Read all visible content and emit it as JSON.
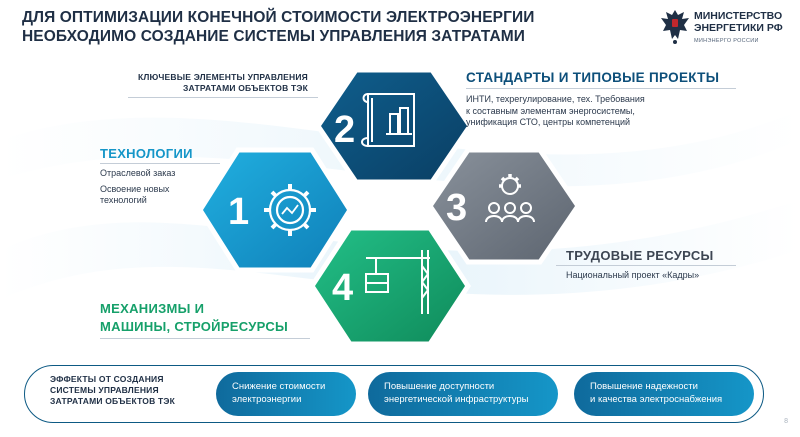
{
  "header": {
    "title": "ДЛЯ ОПТИМИЗАЦИИ КОНЕЧНОЙ СТОИМОСТИ ЭЛЕКТРОЭНЕРГИИ НЕОБХОДИМО СОЗДАНИЕ СИСТЕМЫ УПРАВЛЕНИЯ ЗАТРАТАМИ",
    "logo_line1": "МИНИСТЕРСТВО",
    "logo_line2": "ЭНЕРГЕТИКИ РФ",
    "logo_sub": "МИНЭНЕРГО РОССИИ"
  },
  "center_caption": {
    "line1": "КЛЮЧЕВЫЕ ЭЛЕМЕНТЫ УПРАВЛЕНИЯ",
    "line2": "ЗАТРАТАМИ ОБЪЕКТОВ ТЭК"
  },
  "elements": [
    {
      "number": "1",
      "icon": "gear-chart-icon",
      "title": "ТЕХНОЛОГИИ",
      "lines": [
        "Отраслевой заказ",
        "Освоение новых",
        "технологий"
      ],
      "color": "#1596c8"
    },
    {
      "number": "2",
      "icon": "blueprint-icon",
      "title": "СТАНДАРТЫ И ТИПОВЫЕ ПРОЕКТЫ",
      "lines": [
        "ИНТИ, техрегулирование, тех. Требования",
        "к составным элементам энергосистемы,",
        "унификация СТО, центры компетенций"
      ],
      "color": "#0d4f7a"
    },
    {
      "number": "3",
      "icon": "people-gear-icon",
      "title": "ТРУДОВЫЕ РЕСУРСЫ",
      "lines": [
        "Национальный проект «Кадры»"
      ],
      "color": "#6b7480"
    },
    {
      "number": "4",
      "icon": "crane-icon",
      "title_line1": "МЕХАНИЗМЫ И",
      "title_line2": "МАШИНЫ, СТРОЙРЕСУРСЫ",
      "lines": [],
      "color": "#16a06a"
    }
  ],
  "effects": {
    "title_line1": "ЭФФЕКТЫ ОТ СОЗДАНИЯ",
    "title_line2": "СИСТЕМЫ УПРАВЛЕНИЯ",
    "title_line3": "ЗАТРАТАМИ ОБЪЕКТОВ ТЭК",
    "items": [
      {
        "line1": "Снижение стоимости",
        "line2": "электроэнергии"
      },
      {
        "line1": "Повышение доступности",
        "line2": "энергетической инфраструктуры"
      },
      {
        "line1": "Повышение надежности",
        "line2": "и качества электроснабжения"
      }
    ]
  },
  "page_number": "8",
  "colors": {
    "dark_text": "#1f2f45",
    "blue": "#1596c8",
    "navy": "#0d4f7a",
    "grey": "#6b7480",
    "green": "#16a06a"
  }
}
